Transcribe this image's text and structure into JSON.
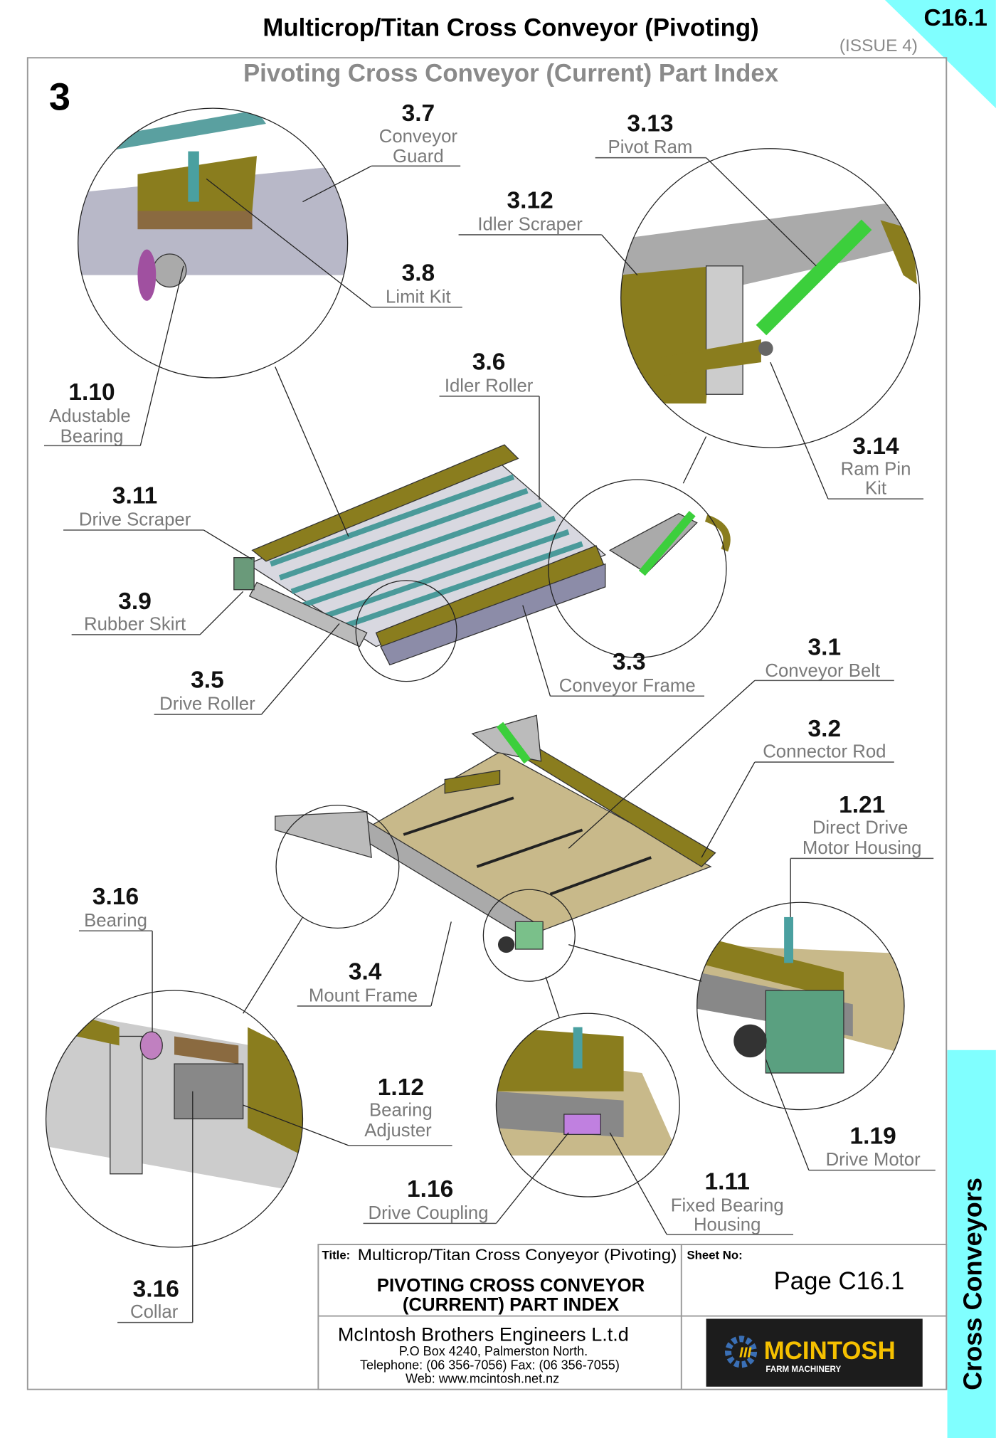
{
  "header": {
    "title": "Multicrop/Titan Cross Conveyor (Pivoting)",
    "issue": "(ISSUE 4)",
    "page_code": "C16.1",
    "subtitle": "Pivoting Cross Conveyor (Current) Part Index",
    "section_number": "3"
  },
  "side_tab": {
    "label": "Cross Conveyors"
  },
  "colors": {
    "accent": "#80ffff",
    "olive": "#8a7d1e",
    "belt_tan": "#c8b98a",
    "ram_green": "#3ccf3c"
  },
  "labels": [
    {
      "num": "3.7",
      "lines": [
        "Conveyor",
        "Guard"
      ]
    },
    {
      "num": "3.13",
      "lines": [
        "Pivot Ram"
      ]
    },
    {
      "num": "3.12",
      "lines": [
        "Idler Scraper"
      ]
    },
    {
      "num": "3.8",
      "lines": [
        "Limit Kit"
      ]
    },
    {
      "num": "1.10",
      "lines": [
        "Adustable",
        "Bearing"
      ]
    },
    {
      "num": "3.6",
      "lines": [
        "Idler Roller"
      ]
    },
    {
      "num": "3.14",
      "lines": [
        "Ram Pin",
        "Kit"
      ]
    },
    {
      "num": "3.11",
      "lines": [
        "Drive Scraper"
      ]
    },
    {
      "num": "3.9",
      "lines": [
        "Rubber Skirt"
      ]
    },
    {
      "num": "3.5",
      "lines": [
        "Drive Roller"
      ]
    },
    {
      "num": "3.3",
      "lines": [
        "Conveyor Frame"
      ]
    },
    {
      "num": "3.1",
      "lines": [
        "Conveyor Belt"
      ]
    },
    {
      "num": "3.2",
      "lines": [
        "Connector Rod"
      ]
    },
    {
      "num": "1.21",
      "lines": [
        "Direct Drive",
        "Motor Housing"
      ]
    },
    {
      "num": "3.16",
      "lines": [
        "Bearing"
      ]
    },
    {
      "num": "3.4",
      "lines": [
        "Mount Frame"
      ]
    },
    {
      "num": "1.12",
      "lines": [
        "Bearing",
        "Adjuster"
      ]
    },
    {
      "num": "1.19",
      "lines": [
        "Drive Motor"
      ]
    },
    {
      "num": "1.16",
      "lines": [
        "Drive Coupling"
      ]
    },
    {
      "num": "1.11",
      "lines": [
        "Fixed Bearing",
        "Housing"
      ]
    },
    {
      "num": "3.16",
      "lines": [
        "Collar"
      ]
    }
  ],
  "title_block": {
    "title_label": "Title:",
    "title_value": "Multicrop/Titan Cross Conyeyor (Pivoting)",
    "sheet_label": "Sheet No:",
    "sheet_value": "Page C16.1",
    "drawing_title_1": "PIVOTING CROSS CONVEYOR",
    "drawing_title_2": "(CURRENT) PART INDEX",
    "company": "McIntosh Brothers Engineers L.t.d",
    "address": "P.O Box 4240, Palmerston North.",
    "phone": "Telephone: (06 356-7056)   Fax: (06 356-7055)",
    "web": "Web: www.mcintosh.net.nz",
    "logo_text": "MCINTOSH",
    "logo_sub": "FARM MACHINERY"
  }
}
